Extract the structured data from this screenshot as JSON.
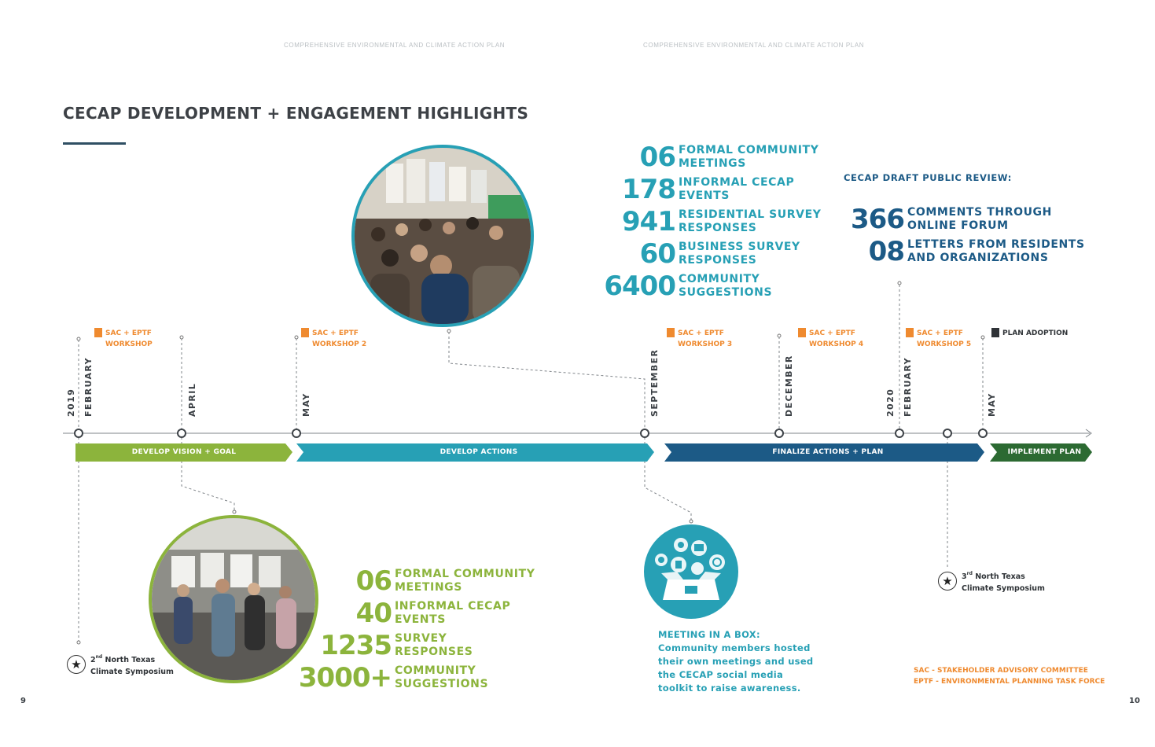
{
  "header": {
    "left_running_head": "COMPREHENSIVE ENVIRONMENTAL AND CLIMATE ACTION PLAN",
    "right_running_head": "COMPREHENSIVE ENVIRONMENTAL AND CLIMATE ACTION PLAN"
  },
  "page": {
    "title": "CECAP DEVELOPMENT + ENGAGEMENT HIGHLIGHTS",
    "left_page_number": "9",
    "right_page_number": "10"
  },
  "colors": {
    "green": "#8cb43c",
    "teal": "#27a0b5",
    "navy": "#1c5a86",
    "dark_green": "#2c6a32",
    "orange": "#ef8a2f",
    "dark": "#3a3f44"
  },
  "timeline": {
    "months": [
      {
        "label": "2019",
        "year_marker": true
      },
      {
        "label": "FEBRUARY"
      },
      {
        "label": "APRIL"
      },
      {
        "label": "MAY"
      },
      {
        "label": "SEPTEMBER"
      },
      {
        "label": "DECEMBER"
      },
      {
        "label": "2020",
        "year_marker": true
      },
      {
        "label": "FEBRUARY"
      },
      {
        "label": "MAY"
      }
    ],
    "workshops": [
      {
        "label": "SAC + EPTF\nWORKSHOP",
        "color": "#ef8a2f",
        "icon": "orange-flag-icon"
      },
      {
        "label": "SAC + EPTF\nWORKSHOP 2",
        "color": "#ef8a2f",
        "icon": "orange-flag-icon"
      },
      {
        "label": "SAC + EPTF\nWORKSHOP 3",
        "color": "#ef8a2f",
        "icon": "orange-flag-icon"
      },
      {
        "label": "SAC + EPTF\nWORKSHOP 4",
        "color": "#ef8a2f",
        "icon": "orange-flag-icon"
      },
      {
        "label": "SAC + EPTF\nWORKSHOP 5",
        "color": "#ef8a2f",
        "icon": "orange-flag-icon"
      },
      {
        "label": "PLAN ADOPTION",
        "color": "#2f3337",
        "icon": "black-flag-icon"
      }
    ],
    "phases": [
      {
        "label": "DEVELOP VISION + GOAL",
        "color": "#8cb43c"
      },
      {
        "label": "DEVELOP ACTIONS",
        "color": "#27a0b5"
      },
      {
        "label": "FINALIZE ACTIONS + PLAN",
        "color": "#1c5a86"
      },
      {
        "label": "IMPLEMENT PLAN",
        "color": "#2c6a32"
      }
    ]
  },
  "stats_green": [
    {
      "number": "06",
      "label": "FORMAL COMMUNITY\nMEETINGS"
    },
    {
      "number": "40",
      "label": "INFORMAL CECAP\nEVENTS"
    },
    {
      "number": "1235",
      "label": "SURVEY\nRESPONSES"
    },
    {
      "number": "3000+",
      "label": "COMMUNITY\nSUGGESTIONS"
    }
  ],
  "stats_teal": [
    {
      "number": "06",
      "label": "FORMAL COMMUNITY\nMEETINGS"
    },
    {
      "number": "178",
      "label": "INFORMAL CECAP\nEVENTS"
    },
    {
      "number": "941",
      "label": "RESIDENTIAL SURVEY\nRESPONSES"
    },
    {
      "number": "60",
      "label": "BUSINESS SURVEY\nRESPONSES"
    },
    {
      "number": "6400",
      "label": "COMMUNITY\nSUGGESTIONS"
    }
  ],
  "public_review": {
    "heading": "CECAP DRAFT PUBLIC REVIEW:",
    "stats": [
      {
        "number": "366",
        "label": "COMMENTS THROUGH\nONLINE FORUM"
      },
      {
        "number": "08",
        "label": "LETTERS FROM RESIDENTS\nAND ORGANIZATIONS"
      }
    ]
  },
  "symposiums": [
    {
      "ordinal_num": "2",
      "ordinal_suffix": "nd",
      "line1": "North Texas",
      "line2": "Climate Symposium",
      "icon": "star-icon"
    },
    {
      "ordinal_num": "3",
      "ordinal_suffix": "rd",
      "line1": "North Texas",
      "line2": "Climate Symposium",
      "icon": "star-icon"
    }
  ],
  "meeting_box": {
    "heading": "MEETING IN A BOX:",
    "body_lines": [
      "Community members hosted",
      "their own meetings and used",
      "the CECAP social media",
      "toolkit to raise awareness."
    ]
  },
  "legend": {
    "sac": "SAC - STAKEHOLDER ADVISORY COMMITTEE",
    "eptf": "EPTF - ENVIRONMENTAL PLANNING TASK FORCE"
  }
}
